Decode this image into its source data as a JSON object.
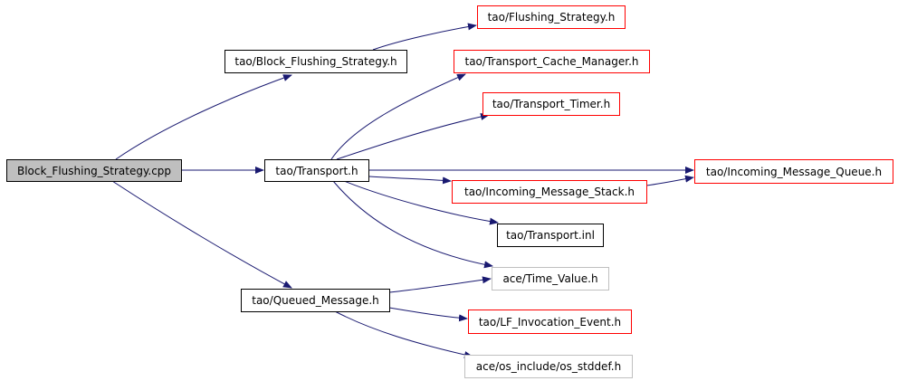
{
  "nodes": {
    "block_flushing_strategy_cpp": "Block_Flushing_Strategy.cpp",
    "tao_block_flushing_strategy_h": "tao/Block_Flushing_Strategy.h",
    "tao_flushing_strategy_h": "tao/Flushing_Strategy.h",
    "tao_transport_cache_manager_h": "tao/Transport_Cache_Manager.h",
    "tao_transport_timer_h": "tao/Transport_Timer.h",
    "tao_transport_h": "tao/Transport.h",
    "tao_incoming_message_queue_h": "tao/Incoming_Message_Queue.h",
    "tao_incoming_message_stack_h": "tao/Incoming_Message_Stack.h",
    "tao_transport_inl": "tao/Transport.inl",
    "ace_time_value_h": "ace/Time_Value.h",
    "tao_queued_message_h": "tao/Queued_Message.h",
    "tao_lf_invocation_event_h": "tao/LF_Invocation_Event.h",
    "ace_os_include_os_stddef_h": "ace/os_include/os_stddef.h"
  },
  "colors": {
    "edge": "#191970",
    "root_fill": "#bfbfbf",
    "undocumented_border": "#ff0000",
    "external_border": "#bfbfbf",
    "documented_border": "#000000"
  }
}
